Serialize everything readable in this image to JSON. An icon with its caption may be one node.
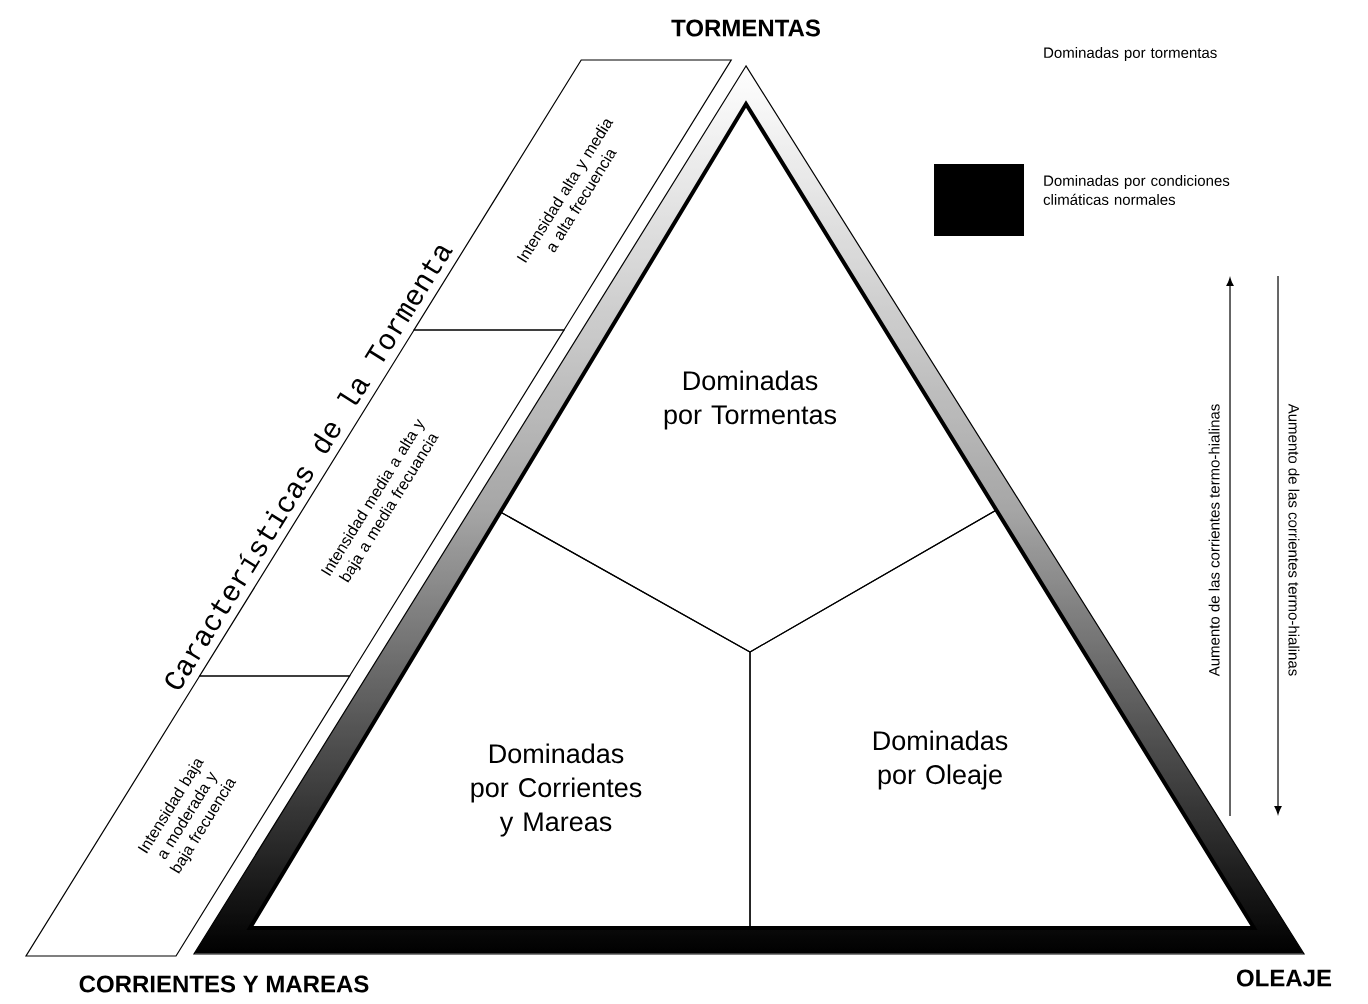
{
  "diagram": {
    "nodes": [
      {
        "text": [
          "Intensidad alta y media a alta frecuencia"
        ]
      },
      {
        "text": [
          "Intensidad media a alta y baja a media frecuancia"
        ]
      },
      {
        "text": [
          "Intensidad baja a moderada y baja frecuencia"
        ]
      },
      {
        "text": [
          "Dominadas por Tormentas"
        ]
      },
      {
        "text": [
          "Dominadas por Corrientes y Mareas"
        ]
      },
      {
        "text": [
          "Dominadas por Oleaje"
        ]
      }
    ],
    "labels": [
      "Características de la Tormenta",
      "TORMENTAS",
      "CORRIENTES Y MAREAS",
      "OLEAJE",
      "Aumento de las corrientes termo-hialinas",
      "Aumento de las corrientes termo-hialinas"
    ],
    "legend": [
      {
        "text": "Dominadas por tormentas"
      },
      {
        "text": "Dominadas por condiciones climáticas normales",
        "color": "#000000"
      }
    ]
  }
}
